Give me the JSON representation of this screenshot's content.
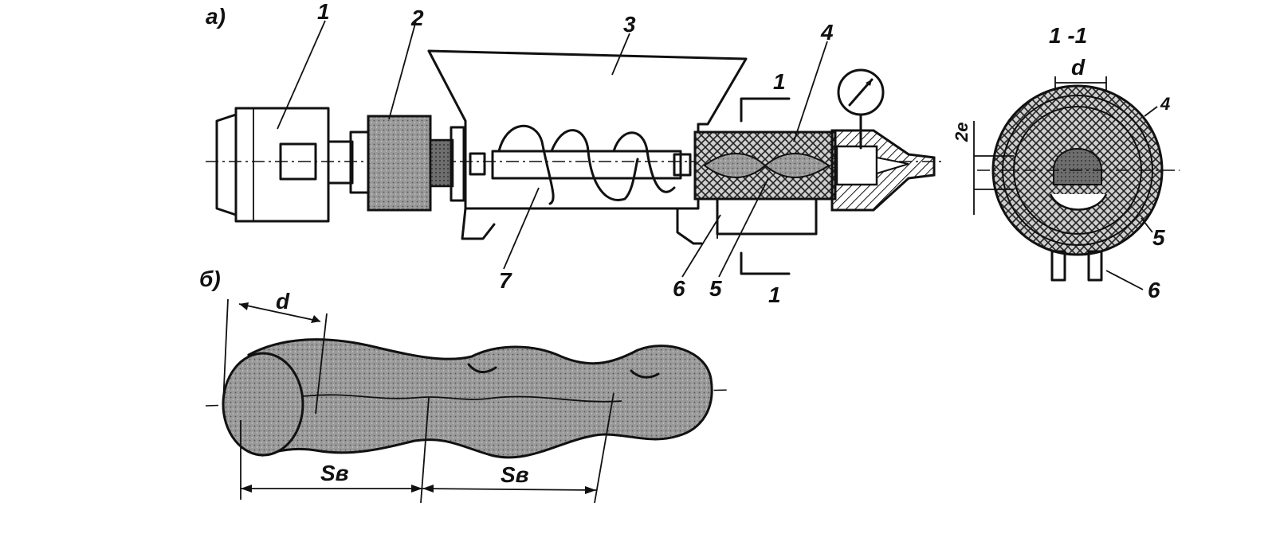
{
  "figure": {
    "part_a_label": "a)",
    "part_b_label": "б)",
    "callouts": {
      "c1": "1",
      "c2": "2",
      "c3": "3",
      "c4": "4",
      "c5": "5",
      "c6": "6",
      "c7": "7",
      "section_mark_top": "1",
      "section_mark_bottom": "1"
    },
    "section": {
      "title": "1 -1",
      "dim_d": "d",
      "dim_2e": "2e",
      "callout_4": "4",
      "callout_5": "5",
      "callout_6": "6"
    },
    "extrudate": {
      "dim_d": "d",
      "pitch_1": "Sв",
      "pitch_2": "Sв"
    }
  }
}
